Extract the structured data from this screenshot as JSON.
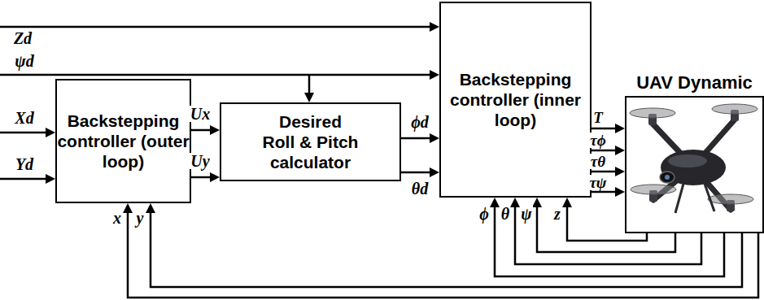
{
  "diagram": {
    "nodes": [
      {
        "text": [
          "Backstepping controller (outer loop)"
        ]
      },
      {
        "text": [
          "Desired Roll & Pitch calculator"
        ]
      },
      {
        "text": [
          "Backstepping controller (inner loop)"
        ]
      },
      {
        "text": [
          "UAV Dynamic"
        ]
      }
    ],
    "edges": [
      {
        "from": 0,
        "to": 1,
        "arrow": "to",
        "label": "Ux"
      },
      {
        "from": 0,
        "to": 1,
        "arrow": "to",
        "label": "Uy"
      },
      {
        "from": 1,
        "to": 2,
        "arrow": "to",
        "label": "ϕd"
      },
      {
        "from": 1,
        "to": 2,
        "arrow": "to",
        "label": "θd"
      },
      {
        "from": 2,
        "to": 3,
        "arrow": "to",
        "label": "T"
      },
      {
        "from": 2,
        "to": 3,
        "arrow": "to",
        "label": "τϕ"
      },
      {
        "from": 2,
        "to": 3,
        "arrow": "to",
        "label": "τθ"
      },
      {
        "from": 2,
        "to": 3,
        "arrow": "to",
        "label": "τψ"
      },
      {
        "from": 3,
        "to": 2,
        "arrow": "to",
        "label": "ϕ"
      },
      {
        "from": 3,
        "to": 2,
        "arrow": "to",
        "label": "θ"
      },
      {
        "from": 3,
        "to": 2,
        "arrow": "to",
        "label": "ψ"
      },
      {
        "from": 3,
        "to": 2,
        "arrow": "to",
        "label": "z"
      },
      {
        "from": 3,
        "to": 0,
        "arrow": "to",
        "label": "x"
      },
      {
        "from": 3,
        "to": 0,
        "arrow": "to",
        "label": "y"
      }
    ],
    "labels": [
      "Zd",
      "ψd",
      "Xd",
      "Yd"
    ]
  }
}
